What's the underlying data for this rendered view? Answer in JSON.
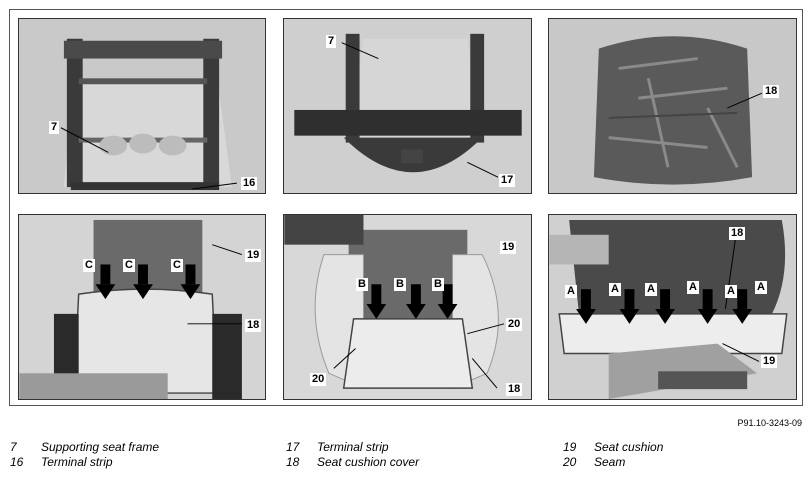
{
  "figure_id": "P91.10-3243-09",
  "panels": [
    {
      "callouts": [
        "7",
        "16"
      ]
    },
    {
      "callouts": [
        "7",
        "17"
      ]
    },
    {
      "callouts": [
        "18"
      ]
    },
    {
      "callouts": [
        "19",
        "C",
        "C",
        "C",
        "18"
      ]
    },
    {
      "callouts": [
        "19",
        "B",
        "B",
        "B",
        "20",
        "20",
        "18"
      ]
    },
    {
      "callouts": [
        "18",
        "A",
        "A",
        "A",
        "A",
        "A",
        "A",
        "19"
      ]
    }
  ],
  "legend": [
    [
      {
        "num": "7",
        "text": "Supporting seat frame"
      },
      {
        "num": "16",
        "text": "Terminal strip"
      }
    ],
    [
      {
        "num": "17",
        "text": "Terminal strip"
      },
      {
        "num": "18",
        "text": "Seat cushion cover"
      }
    ],
    [
      {
        "num": "19",
        "text": "Seat cushion"
      },
      {
        "num": "20",
        "text": "Seam"
      }
    ]
  ]
}
